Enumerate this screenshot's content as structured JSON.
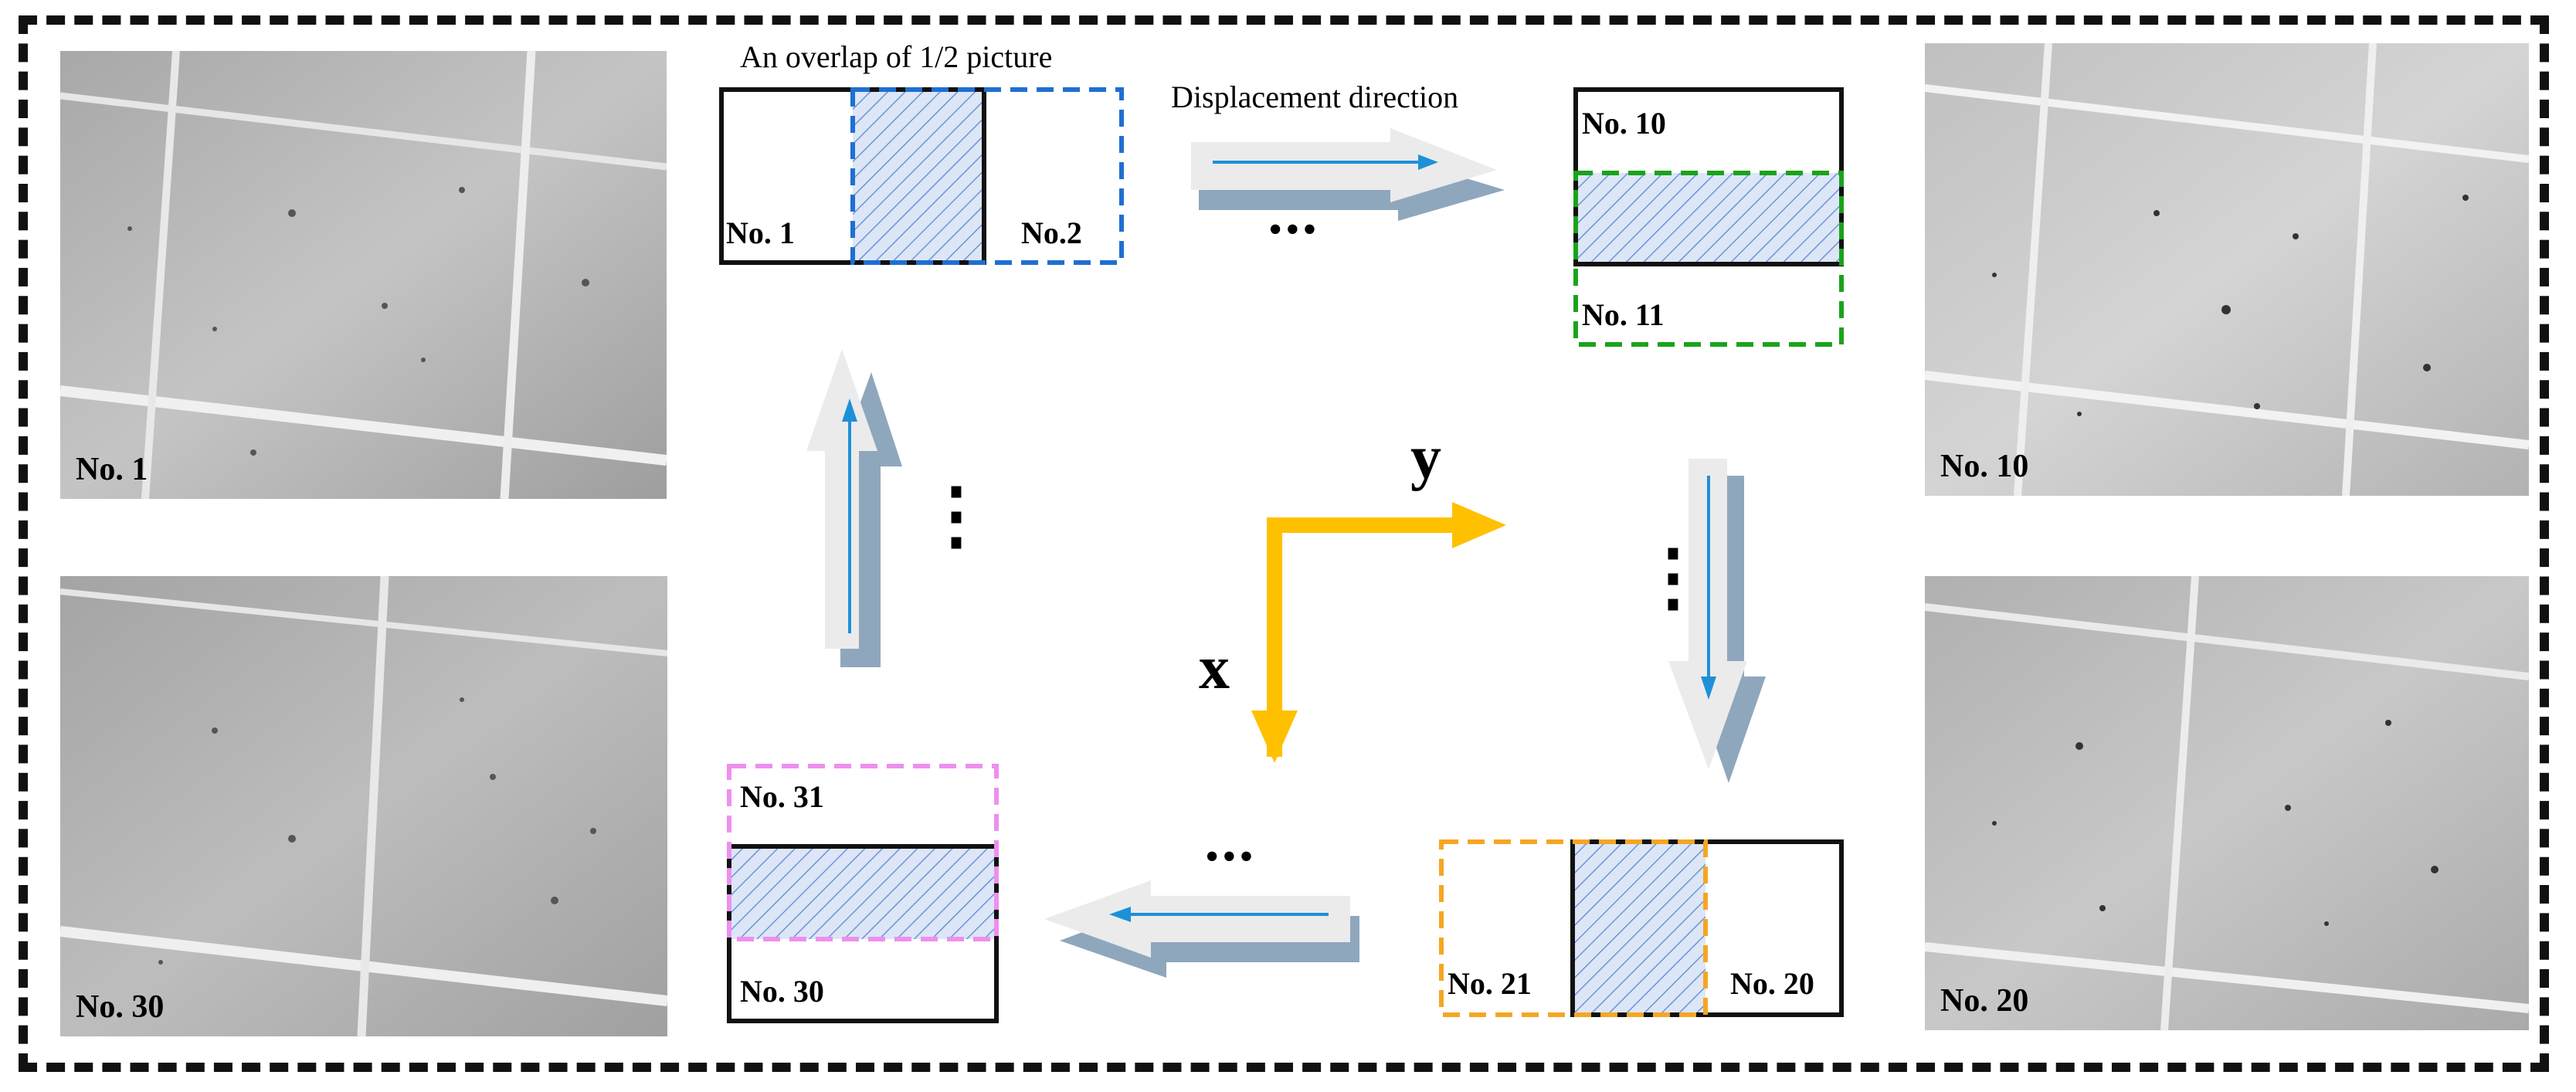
{
  "micrographs": [
    {
      "id": "m1",
      "label": "No. 1"
    },
    {
      "id": "m10",
      "label": "No. 10"
    },
    {
      "id": "m30",
      "label": "No. 30"
    },
    {
      "id": "m20",
      "label": "No. 20"
    }
  ],
  "top_left_overlap": {
    "caption": "An overlap of 1/2 picture",
    "left_label": "No. 1",
    "right_label": "No.2"
  },
  "top_arrow": {
    "caption": "Displacement direction",
    "ellipsis": "•••"
  },
  "top_right_overlap": {
    "top_label": "No. 10",
    "bottom_label": "No. 11"
  },
  "right_arrow": {
    "ellipsis": "⋮"
  },
  "bottom_right_overlap": {
    "left_label": "No. 21",
    "right_label": "No. 20"
  },
  "bottom_arrow": {
    "ellipsis": "•••"
  },
  "bottom_left_overlap": {
    "top_label": "No. 31",
    "bottom_label": "No. 30"
  },
  "left_arrow": {
    "ellipsis": "⋮"
  },
  "axes": {
    "x_label": "x",
    "y_label": "y",
    "color": "#FFC000"
  },
  "colors": {
    "blue": "#1F6FD1",
    "green": "#1AA31A",
    "orange": "#F5A623",
    "pink": "#EE8FEE",
    "hatch": "#6E93D6",
    "hatch_bg": "#DCE6F7",
    "arrow_line": "#1E90D8",
    "arrow_face": "#EBEBEB",
    "arrow_shadow": "#8FA7BD"
  }
}
